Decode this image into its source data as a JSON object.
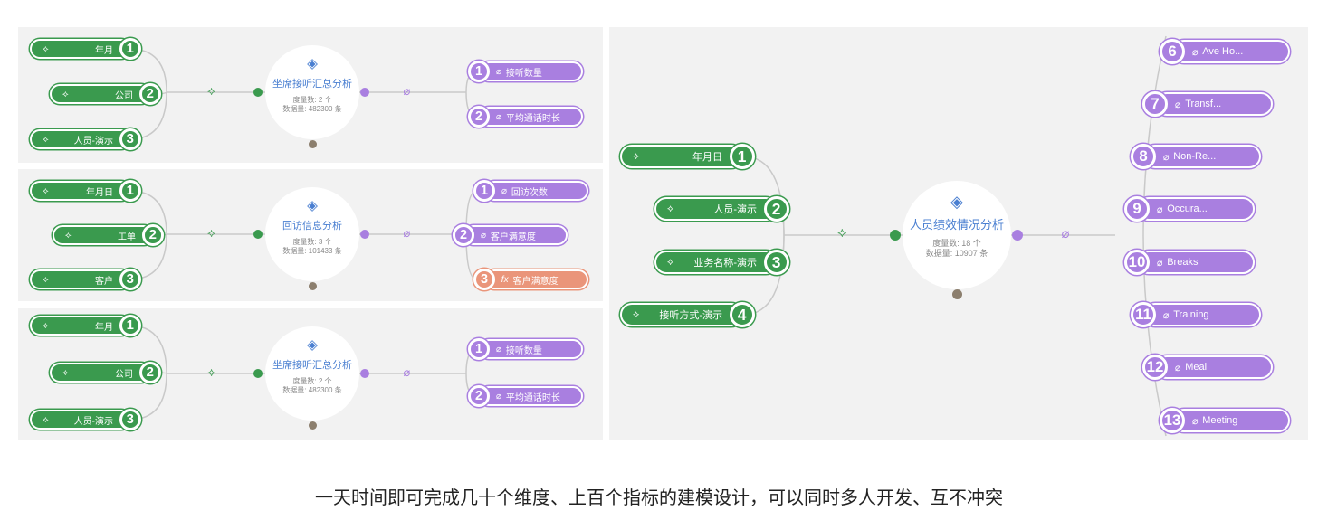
{
  "panel1": {
    "dimensions": [
      {
        "n": "1",
        "label": "年月"
      },
      {
        "n": "2",
        "label": "公司"
      },
      {
        "n": "3",
        "label": "人员-演示"
      }
    ],
    "hub": {
      "title": "坐席接听汇总分析",
      "metric_count": "度量数: 2 个",
      "data_count": "数据量: 482300 条"
    },
    "measures": [
      {
        "n": "1",
        "label": "接听数量",
        "kind": "measure"
      },
      {
        "n": "2",
        "label": "平均通话时长",
        "kind": "measure"
      }
    ]
  },
  "panel2": {
    "dimensions": [
      {
        "n": "1",
        "label": "年月日"
      },
      {
        "n": "2",
        "label": "工单"
      },
      {
        "n": "3",
        "label": "客户"
      }
    ],
    "hub": {
      "title": "回访信息分析",
      "metric_count": "度量数: 3 个",
      "data_count": "数据量: 101433 条"
    },
    "measures": [
      {
        "n": "1",
        "label": "回访次数",
        "kind": "measure"
      },
      {
        "n": "2",
        "label": "客户满意度",
        "kind": "measure"
      },
      {
        "n": "3",
        "label": "客户满意度",
        "kind": "calculated",
        "prefix": "fx"
      }
    ]
  },
  "panel3": {
    "dimensions": [
      {
        "n": "1",
        "label": "年月"
      },
      {
        "n": "2",
        "label": "公司"
      },
      {
        "n": "3",
        "label": "人员-演示"
      }
    ],
    "hub": {
      "title": "坐席接听汇总分析",
      "metric_count": "度量数: 2 个",
      "data_count": "数据量: 482300 条"
    },
    "measures": [
      {
        "n": "1",
        "label": "接听数量",
        "kind": "measure"
      },
      {
        "n": "2",
        "label": "平均通话时长",
        "kind": "measure"
      }
    ]
  },
  "panel4": {
    "dimensions": [
      {
        "n": "1",
        "label": "年月日"
      },
      {
        "n": "2",
        "label": "人员-演示"
      },
      {
        "n": "3",
        "label": "业务名称-演示"
      },
      {
        "n": "4",
        "label": "接听方式-演示"
      }
    ],
    "hub": {
      "title": "人员绩效情况分析",
      "metric_count": "度量数: 18 个",
      "data_count": "数据量: 10907 条"
    },
    "measures": [
      {
        "n": "6",
        "label": "Ave Ho..."
      },
      {
        "n": "7",
        "label": "Transf..."
      },
      {
        "n": "8",
        "label": "Non-Re..."
      },
      {
        "n": "9",
        "label": "Occura..."
      },
      {
        "n": "10",
        "label": "Breaks"
      },
      {
        "n": "11",
        "label": "Training"
      },
      {
        "n": "12",
        "label": "Meal"
      },
      {
        "n": "13",
        "label": "Meeting"
      }
    ]
  },
  "icons": {
    "dimension": "cube-icon",
    "measure": "ruler-icon",
    "hub": "diamond-link-icon",
    "formula": "fx-icon"
  },
  "colors": {
    "dimension": "#3a9a4e",
    "measure": "#a97fe0",
    "calculated": "#ea957a",
    "hub_title": "#4a7fd1",
    "panel_bg": "#f2f2f2"
  },
  "caption": "一天时间即可完成几十个维度、上百个指标的建模设计，可以同时多人开发、互不冲突"
}
